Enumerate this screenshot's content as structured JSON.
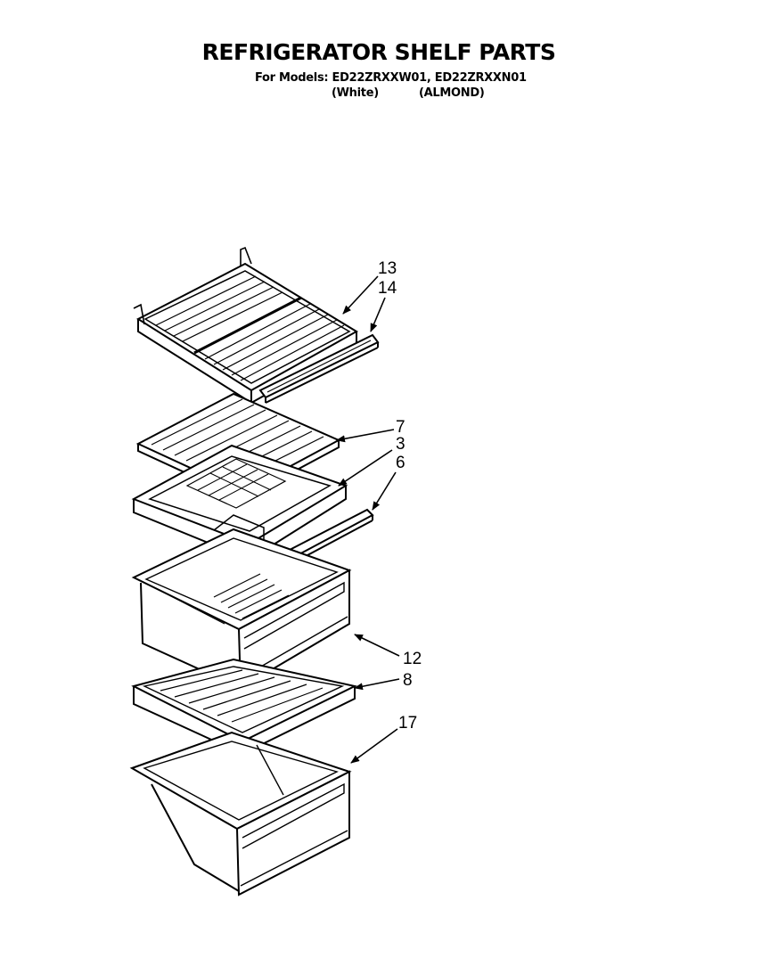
{
  "header": {
    "title": "REFRIGERATOR SHELF PARTS",
    "models_line": "For Models: ED22ZRXXW01, ED22ZRXXN01",
    "variant_white": "(White)",
    "variant_almond": "(ALMOND)"
  },
  "callouts": {
    "c13": "13",
    "c14": "14",
    "c7": "7",
    "c3": "3",
    "c6": "6",
    "c12": "12",
    "c8": "8",
    "c17": "17"
  }
}
